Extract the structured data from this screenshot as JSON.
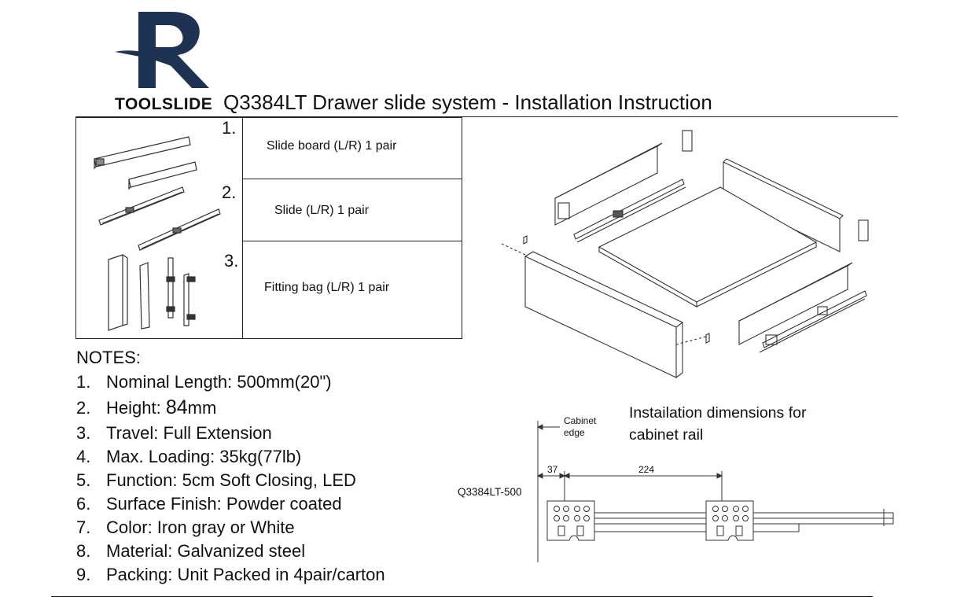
{
  "brand": {
    "name": "TOOLSLIDE",
    "logo_icon": "r-logo-icon",
    "logo_color": "#1e3354"
  },
  "title": "Q3384LT Drawer slide system - Installation Instruction",
  "parts": [
    {
      "number": "1.",
      "label": "Slide board (L/R) 1 pair"
    },
    {
      "number": "2.",
      "label": "Slide (L/R) 1 pair"
    },
    {
      "number": "3.",
      "label": "Fitting bag (L/R) 1 pair"
    }
  ],
  "notes": {
    "heading": "NOTES:",
    "items": [
      {
        "num": "1.",
        "text": "Nominal Length: 500mm(20\")"
      },
      {
        "num": "2.",
        "text": "Height: ",
        "value": "84",
        "unit": "mm"
      },
      {
        "num": "3.",
        "text": "Travel: Full Extension"
      },
      {
        "num": "4.",
        "text": "Max. Loading: 35kg(77lb)"
      },
      {
        "num": "5.",
        "text": "Function: 5cm Soft Closing, LED"
      },
      {
        "num": "6.",
        "text": "Surface Finish: Powder coated"
      },
      {
        "num": "7.",
        "text": "Color: Iron gray or White"
      },
      {
        "num": "8.",
        "text": "Material: Galvanized steel"
      },
      {
        "num": "9.",
        "text": "Packing: Unit Packed in 4pair/carton"
      }
    ]
  },
  "dimensions": {
    "title_line1": "Instailation dimensions for",
    "title_line2": "cabinet rail",
    "cabinet_edge_line1": "Cabinet",
    "cabinet_edge_line2": "edge",
    "model": "Q3384LT-500",
    "dim1": "37",
    "dim2": "224"
  }
}
